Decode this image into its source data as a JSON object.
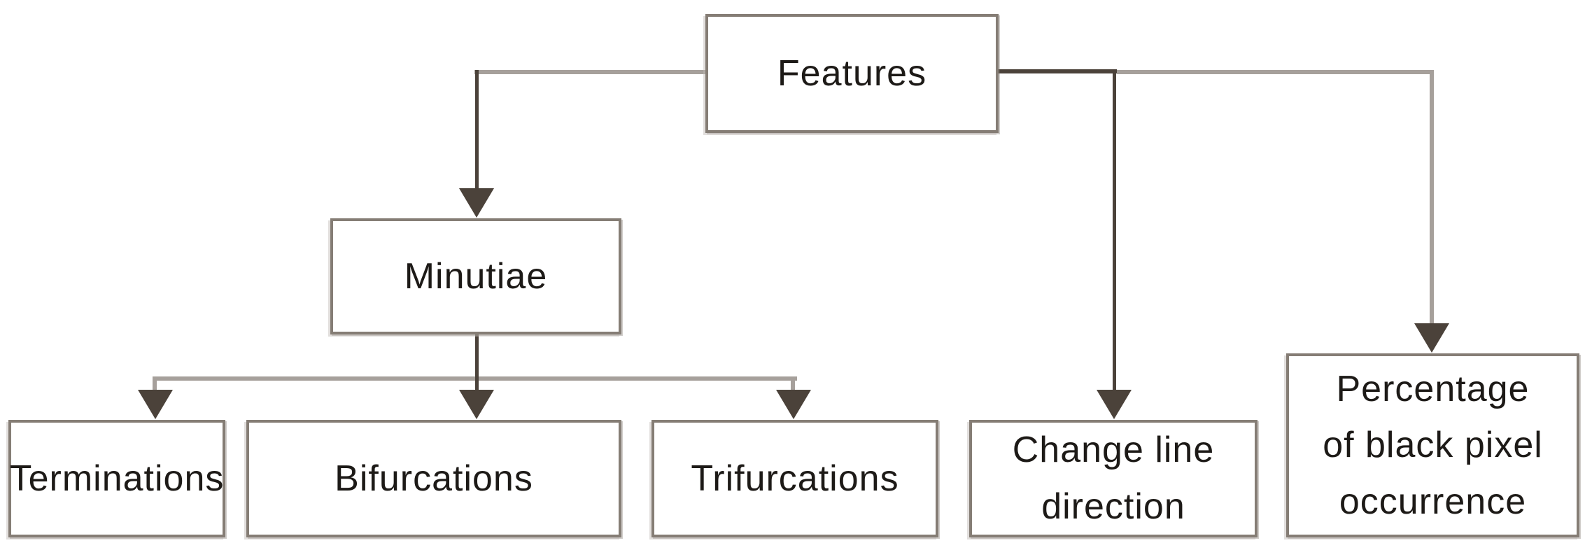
{
  "diagram_title": "Features",
  "nodes": {
    "features": {
      "label": "Features"
    },
    "minutiae": {
      "label": "Minutiae"
    },
    "terminations": {
      "label": "Terminations"
    },
    "bifurcations": {
      "label": "Bifurcations"
    },
    "trifurcations": {
      "label": "Trifurcations"
    },
    "change_line": {
      "label": "Change line\ndirection"
    },
    "percentage": {
      "label": "Percentage\nof black pixel\noccurrence"
    }
  },
  "edges": [
    {
      "from": "Features",
      "to": "Minutiae"
    },
    {
      "from": "Features",
      "to": "Change line direction"
    },
    {
      "from": "Features",
      "to": "Percentage of black pixel occurrence"
    },
    {
      "from": "Minutiae",
      "to": "Terminations"
    },
    {
      "from": "Minutiae",
      "to": "Bifurcations"
    },
    {
      "from": "Minutiae",
      "to": "Trifurcations"
    }
  ],
  "colors": {
    "connector_light": "#a6a09b",
    "connector_dark": "#4b423a",
    "box_border": "#857d75",
    "text": "#1d1a17",
    "background": "#ffffff"
  }
}
